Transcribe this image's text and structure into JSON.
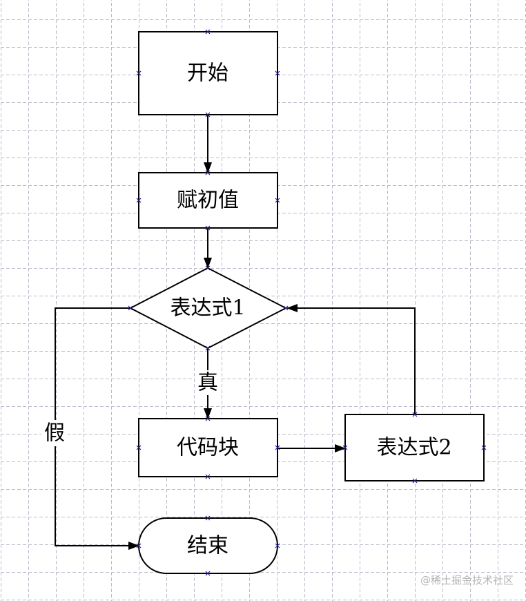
{
  "diagram": {
    "type": "flowchart",
    "nodes": {
      "start": "开始",
      "init": "赋初值",
      "cond": "表达式1",
      "body": "代码块",
      "step": "表达式2",
      "end": "结束"
    },
    "edge_labels": {
      "true": "真",
      "false": "假"
    },
    "colors": {
      "grid": "#b9bcc9",
      "stroke": "#000000",
      "connection_point": "#1e1e8c"
    }
  },
  "watermark": "@稀土掘金技术社区"
}
